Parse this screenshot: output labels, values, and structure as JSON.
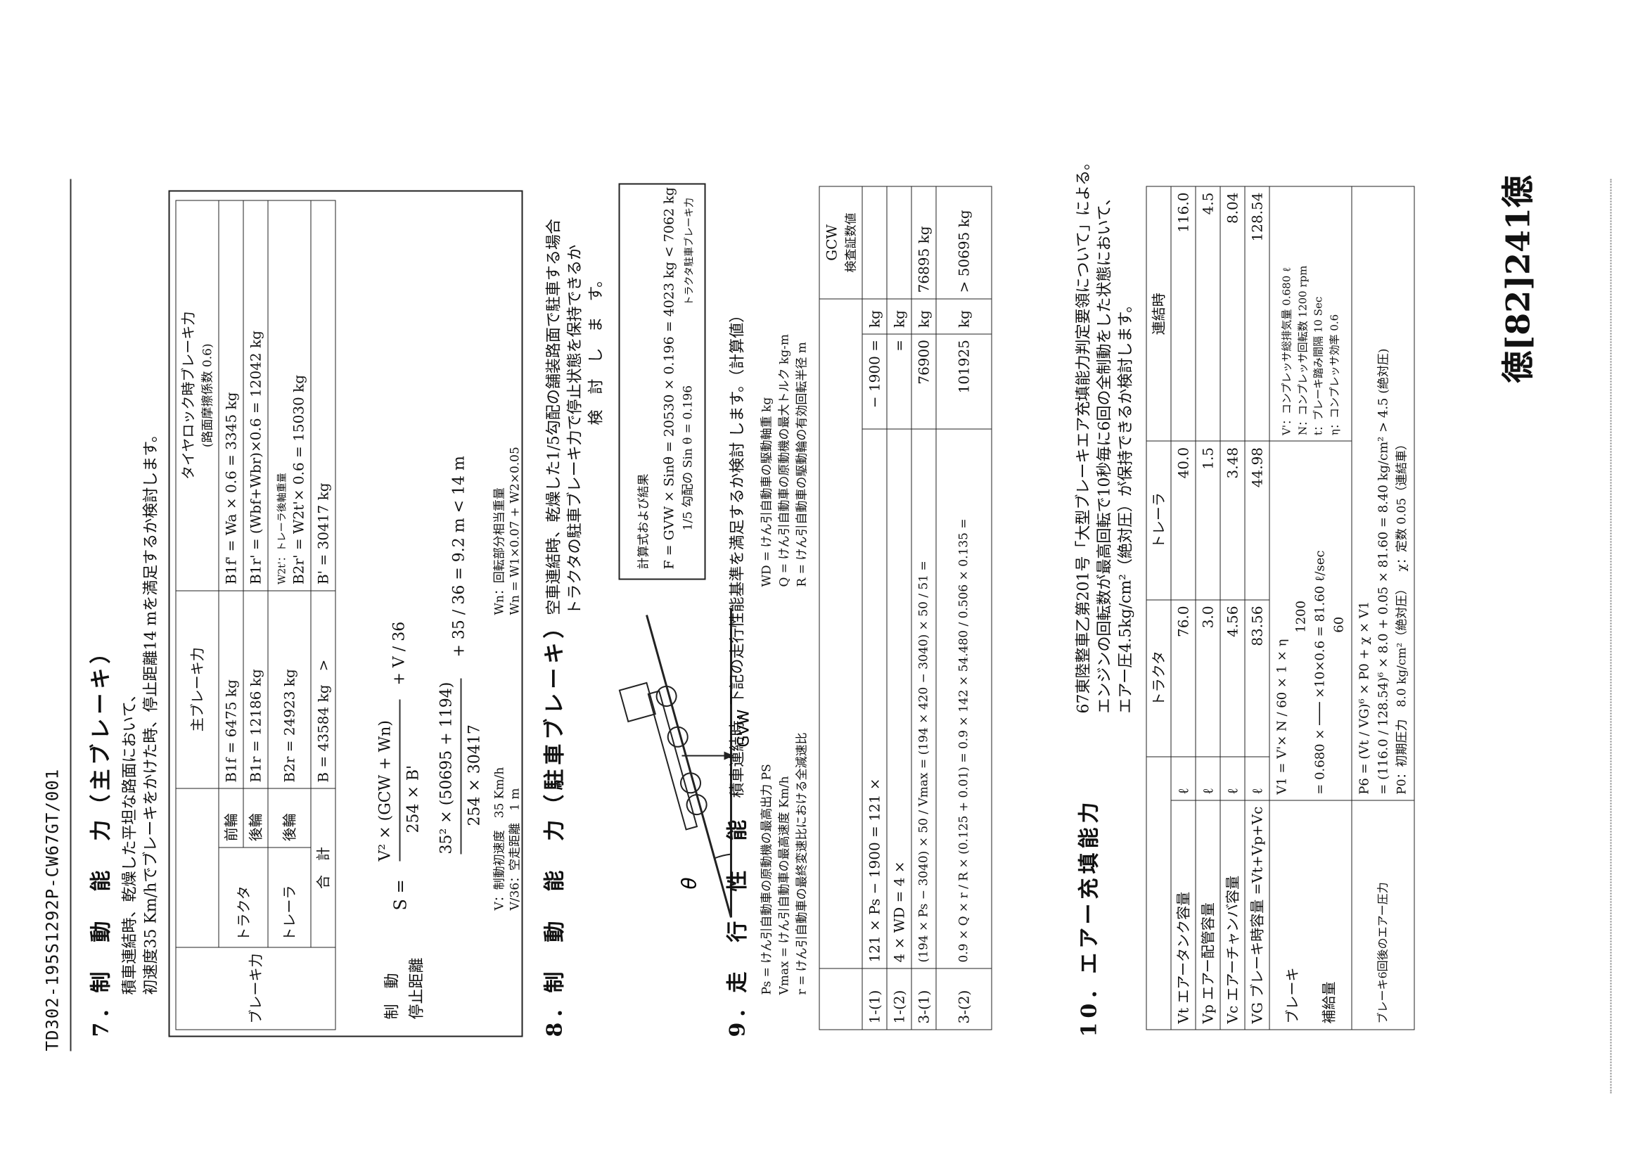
{
  "doc_ref": "TD302-195S1292P-CW67GT/001",
  "stamp": "徳[82]241徳",
  "s7": {
    "title": "7．制　動　能　力（主ブレーキ）",
    "line1": "積車連結時、乾燥した平坦な路面において、",
    "line2": "初速度35 Km/hでブレーキをかけた時、停止距離14 mを満足するか検討します。",
    "table": {
      "main_label": "主ブレーキ力",
      "lock_label": "タイヤロック時ブレーキ力",
      "coef_label": "(路面摩擦係数 0.6)",
      "row_head": "ブレーキ力",
      "tractor": "トラクタ",
      "trailer": "トレーラ",
      "total": "合　計",
      "front": "前輪",
      "rear": "後輪",
      "wheels": "後輪",
      "bf_val": "B1f = 6475 kg",
      "bf_lock": "B1f' = Wa × 0.6 = 3345 kg",
      "br_val": "B1r = 12186 kg",
      "br_lock": "B1r' = (Wbf+Wbr)×0.6 = 12042 kg",
      "b2_val": "B2r = 24923 kg",
      "b2_lock": "B2r' = W2t'× 0.6 = 15030 kg",
      "b2_note": "W2t'：トレーラ後軸重量",
      "total_val": "B = 43584 kg",
      "gt": ">",
      "total_lock": "B' = 30417 kg"
    },
    "stop": {
      "label_a": "制　動",
      "label_b": "停止距離",
      "formula_lhs": "S =",
      "formula_num": "V² × (GCW + Wn)",
      "formula_den": "254 × B'",
      "formula_tail": "+   V / 36",
      "eq2_num": "35² × (50695 + 1194)",
      "eq2_den": "254 × 30417",
      "eq2_tail": "+  35 / 36  =  9.2 m < 14 m",
      "note_v": "V：制動初速度　35 Km/h",
      "note_36": "V/36：空走距離　1 m",
      "note_wn": "Wn：回転部分相当重量",
      "note_wn2": "Wn = W1×0.07 + W2×0.05"
    }
  },
  "s8": {
    "title": "8．制　動　能　力（駐車ブレーキ）",
    "line1": "空車連結時、乾燥した1/5勾配の舗装路面で駐車する場合",
    "line2": "トラクタの駐車ブレーキ力で停止状態を保持できるか",
    "line3": "検　討　し　ま　す。",
    "calc_label": "計算式および結果",
    "calc": "F = GVW × Sinθ = 20530 × 0.196 = 4023 kg < 7062 kg",
    "calc2": "1/5 勾配の Sin θ = 0.196",
    "calc_note": "トラクタ駐車ブレーキ力",
    "diagram_theta": "θ",
    "diagram_gvw": "GVW"
  },
  "s9": {
    "title": "9．走　行　性　能",
    "line1": "積車連結時、下記の走行性能基準を満足するか検討 します。（計算値）",
    "ps": "Ps = けん引自動車の原動機の最高出力 PS",
    "wd": "WD = けん引自動車の駆動軸重 kg",
    "vmax": "Vmax = けん引自動車の最高速度 Km/h",
    "q": "Q = けん引自動車の原動機の最大トルク kg-m",
    "r": "r = けん引自動車の最終変速比における全減速比",
    "rr": "R = けん引自動車の駆動輪の有効回転半径 m",
    "head_gcw": "GCW",
    "head_gcw2": "検査証数値",
    "rows": [
      {
        "id": "1-(1)",
        "expr": "121 × Ps − 1900 = 121 ×",
        "val": "− 1900 =",
        "unit": "kg",
        "res": ""
      },
      {
        "id": "1-(2)",
        "expr": "4 × WD = 4 ×",
        "val": "=",
        "unit": "kg",
        "res": ""
      },
      {
        "id": "3-(1)",
        "expr": "(194 × Ps − 3040) × 50 / Vmax = (194 × 420 − 3040) × 50 / 51 =",
        "val": "76900",
        "unit": "kg",
        "res": "76895 kg"
      },
      {
        "id": "3-(2)",
        "expr": "0.9 × Q × r / R × (0.125 + 0.01)  =  0.9 × 142 × 54.480 / 0.506 × 0.135  =",
        "val": "101925",
        "unit": "kg",
        "res": "> 50695 kg"
      }
    ]
  },
  "s10": {
    "title": "10．エアー充填能力",
    "line1": "67東陸整車乙第201号「大型ブレーキエア充填能力判定要領について」による。",
    "line2": "エンジンの回転数が最高回転で10秒毎に6回の全制動をした状態において、",
    "line3": "エアー圧4.5kg/cm²（絶対圧）が保持できるか検討します。",
    "col_tractor": "トラクタ",
    "col_trailer": "トレーラ",
    "col_total": "連結時",
    "rows": [
      {
        "label": "Vt エアータンク容量",
        "unit": "ℓ",
        "a": "76.0",
        "b": "40.0",
        "c": "116.0"
      },
      {
        "label": "Vp エアー配管容量",
        "unit": "ℓ",
        "a": "3.0",
        "b": "1.5",
        "c": "4.5"
      },
      {
        "label": "Vc エアーチャンバ容量",
        "unit": "ℓ",
        "a": "4.56",
        "b": "3.48",
        "c": "8.04"
      },
      {
        "label": "VG ブレーキ時容量 =Vt+Vp+Vc",
        "unit": "ℓ",
        "a": "83.56",
        "b": "44.98",
        "c": "128.54"
      }
    ],
    "brake_label": "ブレーキ",
    "supply_label": "補給量",
    "v1": "V1 = V'× N / 60 × 1 × η",
    "v1b": "1200",
    "v1c": "= 0.680 ×  ─── ×10×0.6 =  81.60  ℓ/sec",
    "v1d": "60",
    "vp_note": "V'：コンプレッサ総排気量 0.680 ℓ",
    "n_note": "N：コンプレッサ回転数 1200 rpm",
    "t_note": "t：ブレーキ踏み間隔 10 Sec",
    "eta_note": "η：コンプレッサ効率 0.6",
    "p6_label": "ブレーキ6回後のエアー圧力",
    "p6": "P6 = (Vt / VG)⁶ × P0 + χ × V1",
    "p6b": "= (116.0 / 128.54)⁶ × 8.0 + 0.05 × 81.60 = 8.40 kg/cm² > 4.5",
    "p6_abs": "(絶対圧)",
    "p0": "P0：初期圧力　8.0 kg/cm²（絶対圧）",
    "chi": "χ：定数 0.05（連結車）"
  }
}
